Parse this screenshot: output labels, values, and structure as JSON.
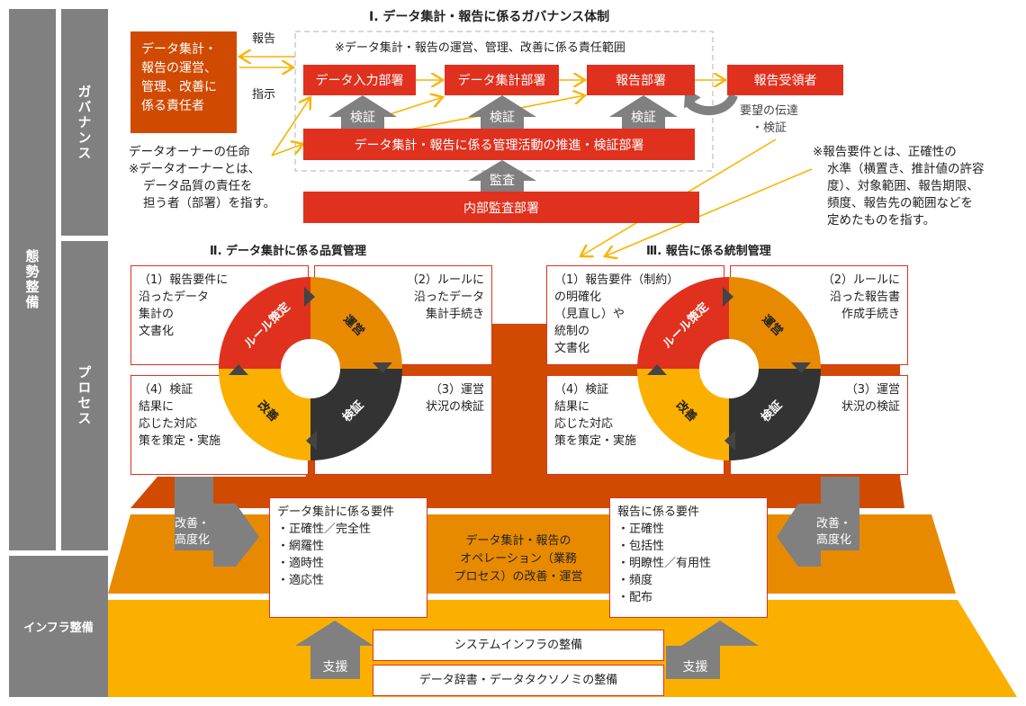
{
  "side": {
    "posture": "態勢整備",
    "infra": "インフラ整備",
    "governance": "ガバナンス",
    "process": "プロセス"
  },
  "governance": {
    "title": "Ⅰ. データ集計・報告に係るガバナンス体制",
    "responsible": "データ集計・報告の運営、管理、改善に係る責任者",
    "report": "報告",
    "instruct": "指示",
    "scope_note": "※データ集計・報告の運営、管理、改善に係る責任範囲",
    "input_dept": "データ入力部署",
    "agg_dept": "データ集計部署",
    "report_dept": "報告部署",
    "recipient": "報告受領者",
    "verify": "検証",
    "audit": "監査",
    "mgmt_dept": "データ集計・報告に係る管理活動の推進・検証部署",
    "internal_audit": "内部監査部署",
    "feedback": "要望の伝達\n・検証",
    "owner_note": [
      "データオーナーの任命",
      "※データオーナーとは、",
      "データ品質の責任を",
      "担う者（部署）を指す。"
    ],
    "req_note": [
      "※報告要件とは、正確性の",
      "水準（横置き、推計値の許容",
      "度）、対象範囲、報告期限、",
      "頻度、報告先の範囲などを",
      "定めたものを指す。"
    ]
  },
  "quality": {
    "title": "Ⅱ. データ集計に係る品質管理",
    "boxes": [
      "（1）報告要件に\n沿ったデータ\n集計の\n文書化",
      "（2）ルールに\n沿ったデータ\n集計手続き",
      "（3）運営\n状況の検証",
      "（4）検証\n結果に\n応じた対応\n策を策定・実施"
    ]
  },
  "control": {
    "title": "Ⅲ. 報告に係る統制管理",
    "boxes": [
      "（1）報告要件（制約）\nの明確化\n（見直し）や\n統制の\n文書化",
      "（2）ルールに\n沿った報告書\n作成手続き",
      "（3）運営\n状況の検証",
      "（4）検証\n結果に\n応じた対応\n策を策定・実施"
    ]
  },
  "cycle": [
    "ルール策定",
    "運営",
    "検証",
    "改善"
  ],
  "improve": "改善・\n高度化",
  "agg_req": {
    "title": "データ集計に係る要件",
    "items": [
      "・正確性／完全性",
      "・網羅性",
      "・適時性",
      "・適応性"
    ]
  },
  "rep_req": {
    "title": "報告に係る要件",
    "items": [
      "・正確性",
      "・包括性",
      "・明瞭性／有用性",
      "・頻度",
      "・配布"
    ]
  },
  "operation": "データ集計・報告の\nオペレーション（業務\nプロセス）の改善・運営",
  "support": "支援",
  "system_infra": "システムインフラの整備",
  "dictionary": "データ辞書・データタクソノミの整備",
  "colors": {
    "red": "#e0311f",
    "dark_orange": "#d04a02",
    "orange": "#e88a00",
    "yellow": "#fbb000",
    "gray": "#808080",
    "dark": "#333333",
    "line": "#f8b400"
  }
}
